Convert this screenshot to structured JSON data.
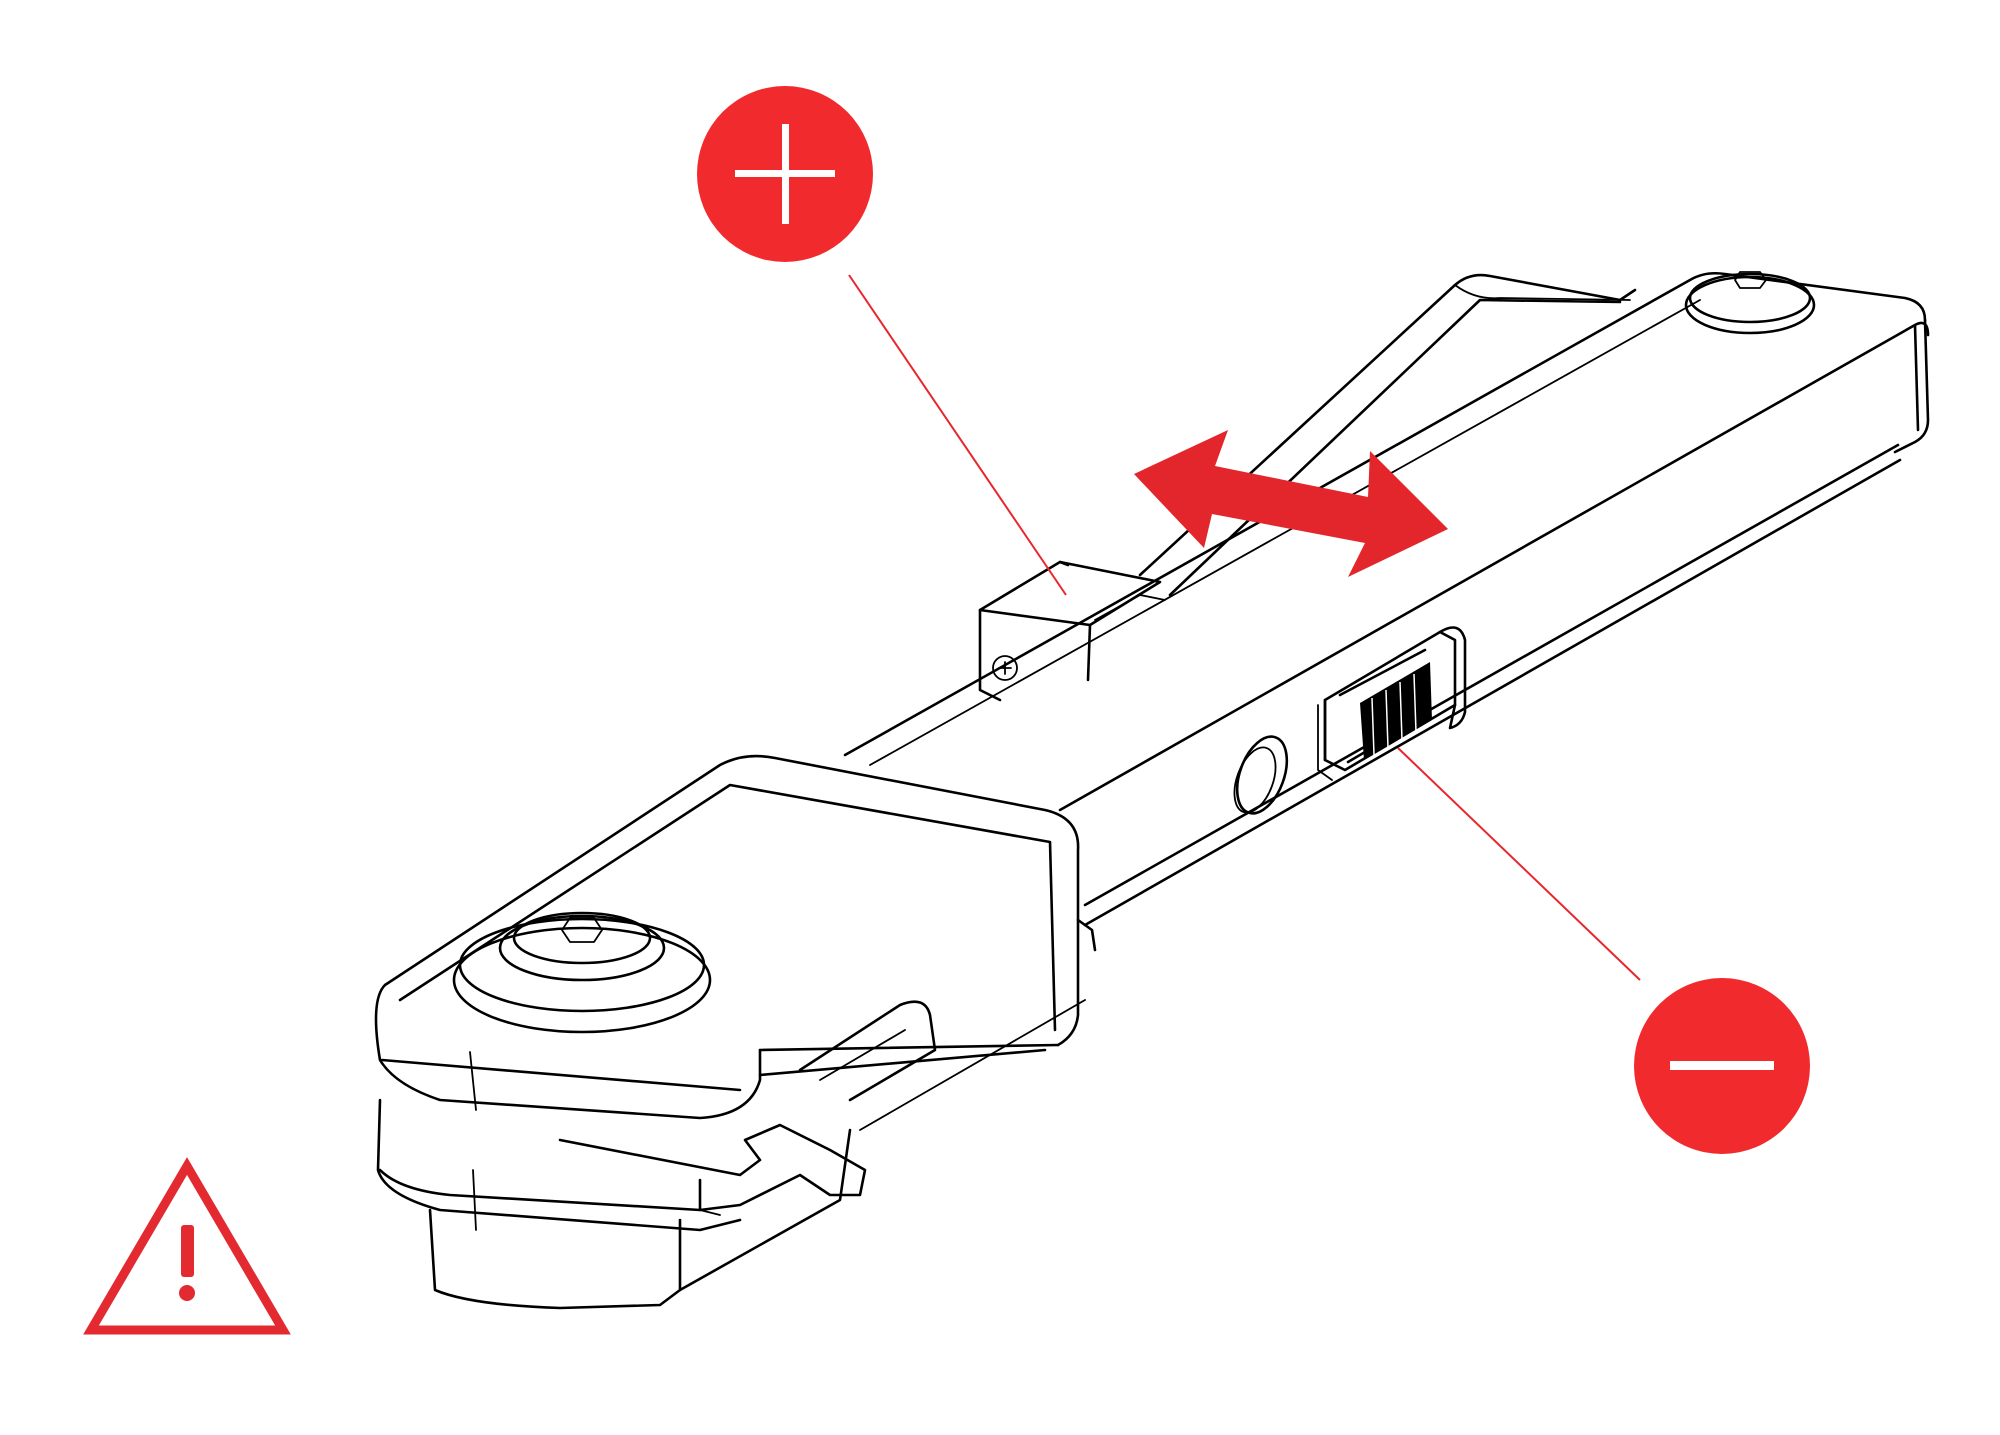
{
  "figure": {
    "subject": "adjustable-arm-tension-diagram",
    "colors": {
      "accent_red": "#f12a2d",
      "arrow_red": "#e3262b",
      "line": "#000000",
      "background": "#ffffff"
    },
    "callouts": [
      {
        "name": "increase",
        "icon": "plus-icon",
        "color": "#f12a2d"
      },
      {
        "name": "decrease",
        "icon": "minus-icon",
        "color": "#f12a2d"
      }
    ],
    "direction_indicator": {
      "icon": "double-headed-arrow-icon",
      "color": "#e3262b"
    },
    "warning": {
      "icon": "warning-triangle-icon",
      "color": "#e32a30"
    }
  }
}
